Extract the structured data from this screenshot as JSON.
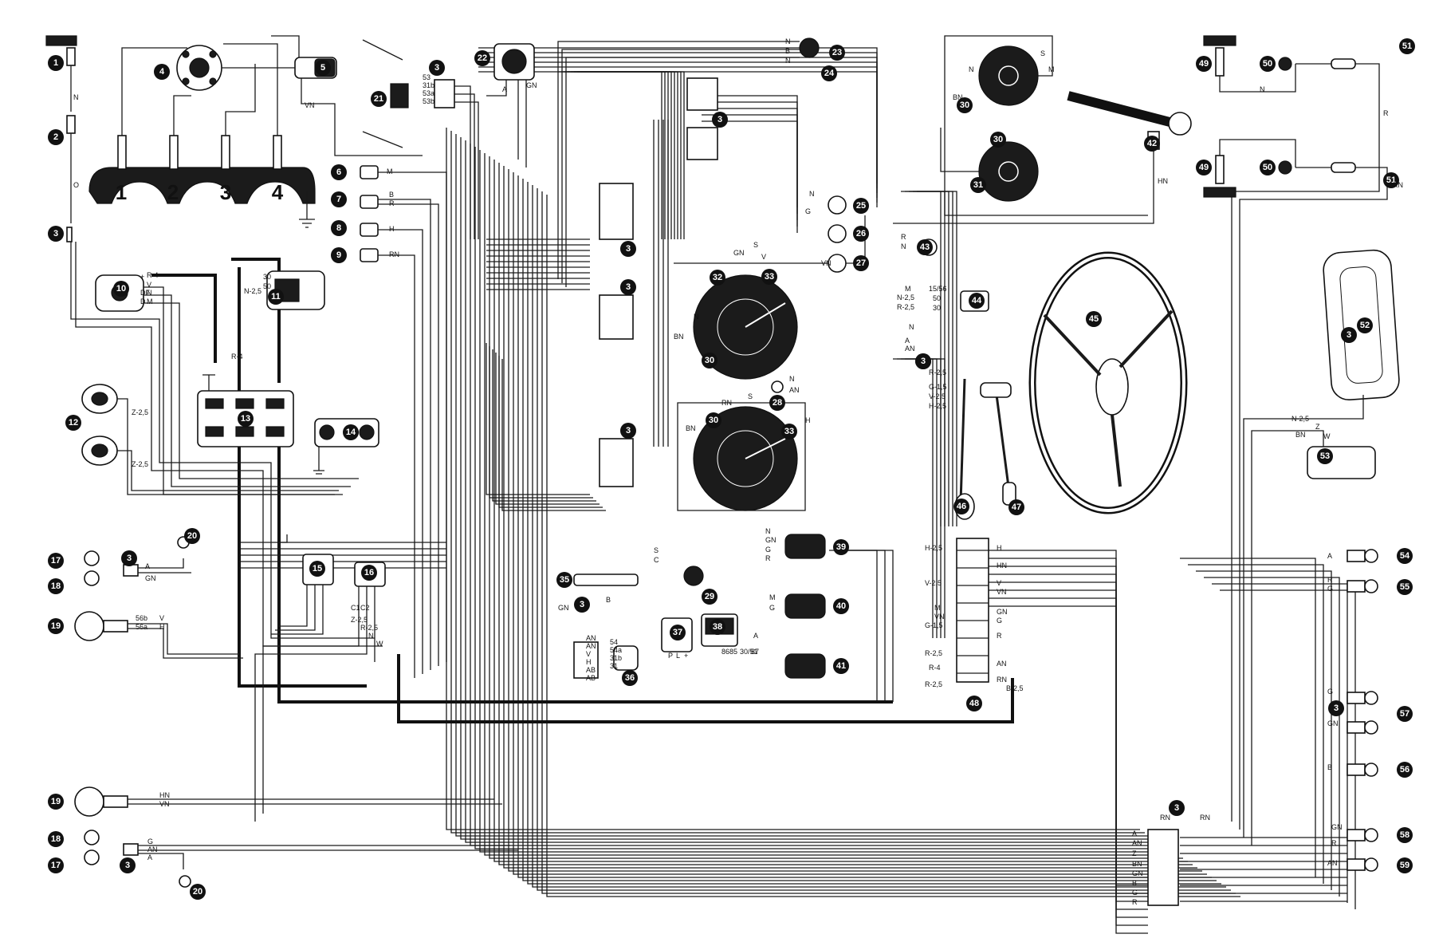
{
  "callouts": [
    {
      "id": "c1",
      "label": "1"
    },
    {
      "id": "c2",
      "label": "2"
    },
    {
      "id": "c3a",
      "label": "3"
    },
    {
      "id": "c4",
      "label": "4"
    },
    {
      "id": "c5",
      "label": "5"
    },
    {
      "id": "c6",
      "label": "6"
    },
    {
      "id": "c7",
      "label": "7"
    },
    {
      "id": "c8",
      "label": "8"
    },
    {
      "id": "c9",
      "label": "9"
    },
    {
      "id": "c10",
      "label": "10"
    },
    {
      "id": "c11",
      "label": "11"
    },
    {
      "id": "c12",
      "label": "12"
    },
    {
      "id": "c13",
      "label": "13"
    },
    {
      "id": "c14",
      "label": "14"
    },
    {
      "id": "c15",
      "label": "15"
    },
    {
      "id": "c16",
      "label": "16"
    },
    {
      "id": "c17a",
      "label": "17"
    },
    {
      "id": "c17b",
      "label": "17"
    },
    {
      "id": "c18a",
      "label": "18"
    },
    {
      "id": "c18b",
      "label": "18"
    },
    {
      "id": "c19a",
      "label": "19"
    },
    {
      "id": "c19b",
      "label": "19"
    },
    {
      "id": "c20a",
      "label": "20"
    },
    {
      "id": "c20b",
      "label": "20"
    },
    {
      "id": "c21",
      "label": "21"
    },
    {
      "id": "c22",
      "label": "22"
    },
    {
      "id": "c23",
      "label": "23"
    },
    {
      "id": "c24",
      "label": "24"
    },
    {
      "id": "c25",
      "label": "25"
    },
    {
      "id": "c26",
      "label": "26"
    },
    {
      "id": "c27",
      "label": "27"
    },
    {
      "id": "c28",
      "label": "28"
    },
    {
      "id": "c29",
      "label": "29"
    },
    {
      "id": "c30a",
      "label": "30"
    },
    {
      "id": "c30b",
      "label": "30"
    },
    {
      "id": "c30c",
      "label": "30"
    },
    {
      "id": "c30d",
      "label": "30"
    },
    {
      "id": "c31",
      "label": "31"
    },
    {
      "id": "c32",
      "label": "32"
    },
    {
      "id": "c33a",
      "label": "33"
    },
    {
      "id": "c33b",
      "label": "33"
    },
    {
      "id": "c35",
      "label": "35"
    },
    {
      "id": "c36",
      "label": "36"
    },
    {
      "id": "c37",
      "label": "37"
    },
    {
      "id": "c38",
      "label": "38"
    },
    {
      "id": "c39",
      "label": "39"
    },
    {
      "id": "c40",
      "label": "40"
    },
    {
      "id": "c41",
      "label": "41"
    },
    {
      "id": "c42",
      "label": "42"
    },
    {
      "id": "c43",
      "label": "43"
    },
    {
      "id": "c44",
      "label": "44"
    },
    {
      "id": "c45",
      "label": "45"
    },
    {
      "id": "c46",
      "label": "46"
    },
    {
      "id": "c47",
      "label": "47"
    },
    {
      "id": "c48",
      "label": "48"
    },
    {
      "id": "c49a",
      "label": "49"
    },
    {
      "id": "c49b",
      "label": "49"
    },
    {
      "id": "c50a",
      "label": "50"
    },
    {
      "id": "c50b",
      "label": "50"
    },
    {
      "id": "c51a",
      "label": "51"
    },
    {
      "id": "c51b",
      "label": "51"
    },
    {
      "id": "c52",
      "label": "52"
    },
    {
      "id": "c53",
      "label": "53"
    },
    {
      "id": "c54",
      "label": "54"
    },
    {
      "id": "c55",
      "label": "55"
    },
    {
      "id": "c56",
      "label": "56"
    },
    {
      "id": "c57",
      "label": "57"
    },
    {
      "id": "c58",
      "label": "58"
    },
    {
      "id": "c59",
      "label": "59"
    },
    {
      "id": "c3b",
      "label": "3"
    },
    {
      "id": "c3c",
      "label": "3"
    },
    {
      "id": "c3d",
      "label": "3"
    },
    {
      "id": "c3e",
      "label": "3"
    },
    {
      "id": "c3f",
      "label": "3"
    },
    {
      "id": "c3g",
      "label": "3"
    },
    {
      "id": "c3h",
      "label": "3"
    },
    {
      "id": "c3i",
      "label": "3"
    },
    {
      "id": "c3j",
      "label": "3"
    },
    {
      "id": "c3k",
      "label": "3"
    },
    {
      "id": "c3l",
      "label": "3"
    },
    {
      "id": "c3m",
      "label": "3"
    },
    {
      "id": "c3n",
      "label": "3"
    }
  ],
  "cylinders": [
    "1",
    "2",
    "3",
    "4"
  ],
  "wire_labels": [
    {
      "id": "w_n1",
      "text": "N"
    },
    {
      "id": "w_o1",
      "text": "O"
    },
    {
      "id": "w_vn1",
      "text": "VN"
    },
    {
      "id": "w_m6",
      "text": "M"
    },
    {
      "id": "w_b7",
      "text": "B"
    },
    {
      "id": "w_r7",
      "text": "R"
    },
    {
      "id": "w_h8",
      "text": "H"
    },
    {
      "id": "w_rn9",
      "text": "RN"
    },
    {
      "id": "w_r4a",
      "text": "R-4"
    },
    {
      "id": "w_v10",
      "text": "V"
    },
    {
      "id": "w_n10",
      "text": "N"
    },
    {
      "id": "w_m10",
      "text": "M"
    },
    {
      "id": "w_30",
      "text": "30"
    },
    {
      "id": "w_50",
      "text": "50"
    },
    {
      "id": "w_n25a",
      "text": "N-2,5"
    },
    {
      "id": "w_r4b",
      "text": "R-4"
    },
    {
      "id": "w_z25a",
      "text": "Z-2,5"
    },
    {
      "id": "w_z25b",
      "text": "Z-2,5"
    },
    {
      "id": "w_a17",
      "text": "A"
    },
    {
      "id": "w_gn17",
      "text": "GN"
    },
    {
      "id": "w_56b",
      "text": "56b"
    },
    {
      "id": "w_56a",
      "text": "56a"
    },
    {
      "id": "w_v19",
      "text": "V"
    },
    {
      "id": "w_h19",
      "text": "H"
    },
    {
      "id": "w_z25c",
      "text": "Z-2,5"
    },
    {
      "id": "w_r25a",
      "text": "R-2,5"
    },
    {
      "id": "w_n16",
      "text": "N"
    },
    {
      "id": "w_w16",
      "text": "W"
    },
    {
      "id": "w_hn19",
      "text": "HN"
    },
    {
      "id": "w_vn19",
      "text": "VN"
    },
    {
      "id": "w_g18",
      "text": "G"
    },
    {
      "id": "w_an18",
      "text": "AN"
    },
    {
      "id": "w_a18",
      "text": "A"
    },
    {
      "id": "w_gn22",
      "text": "GN"
    },
    {
      "id": "w_a22",
      "text": "A"
    },
    {
      "id": "w_n23",
      "text": "N"
    },
    {
      "id": "w_b23",
      "text": "B"
    },
    {
      "id": "w_n23b",
      "text": "N"
    },
    {
      "id": "w_n31",
      "text": "N"
    },
    {
      "id": "w_bn30",
      "text": "BN"
    },
    {
      "id": "w_m31",
      "text": "M"
    },
    {
      "id": "w_s31",
      "text": "S"
    },
    {
      "id": "w_g25",
      "text": "G"
    },
    {
      "id": "w_n25",
      "text": "N"
    },
    {
      "id": "w_vn27",
      "text": "VN"
    },
    {
      "id": "w_r43",
      "text": "R"
    },
    {
      "id": "w_n43",
      "text": "N"
    },
    {
      "id": "w_gn32",
      "text": "GN"
    },
    {
      "id": "w_v32",
      "text": "V"
    },
    {
      "id": "w_s32",
      "text": "S"
    },
    {
      "id": "w_bn32",
      "text": "BN"
    },
    {
      "id": "w_n32",
      "text": "N"
    },
    {
      "id": "w_n28",
      "text": "N"
    },
    {
      "id": "w_an28",
      "text": "AN"
    },
    {
      "id": "w_rn33",
      "text": "RN"
    },
    {
      "id": "w_s33",
      "text": "S"
    },
    {
      "id": "w_h33",
      "text": "H"
    },
    {
      "id": "w_bn33",
      "text": "BN"
    },
    {
      "id": "w_m44",
      "text": "M"
    },
    {
      "id": "w_1556",
      "text": "15/56"
    },
    {
      "id": "w_n25b",
      "text": "N-2,5"
    },
    {
      "id": "w_r25b",
      "text": "R-2,5"
    },
    {
      "id": "w_50b",
      "text": "50"
    },
    {
      "id": "w_30b",
      "text": "30"
    },
    {
      "id": "w_n45",
      "text": "N"
    },
    {
      "id": "w_a45",
      "text": "A"
    },
    {
      "id": "w_an45",
      "text": "AN"
    },
    {
      "id": "w_r25c",
      "text": "R-2,5"
    },
    {
      "id": "w_g15",
      "text": "G-1,5"
    },
    {
      "id": "w_v25",
      "text": "V-2,5"
    },
    {
      "id": "w_h25",
      "text": "H-2,5"
    },
    {
      "id": "w_n39",
      "text": "N"
    },
    {
      "id": "w_gn39",
      "text": "GN"
    },
    {
      "id": "w_g39",
      "text": "G"
    },
    {
      "id": "w_r39",
      "text": "R"
    },
    {
      "id": "w_m40",
      "text": "M"
    },
    {
      "id": "w_g40",
      "text": "G"
    },
    {
      "id": "w_a41",
      "text": "A"
    },
    {
      "id": "w_s35",
      "text": "S"
    },
    {
      "id": "w_c29",
      "text": "C"
    },
    {
      "id": "w_b35",
      "text": "B"
    },
    {
      "id": "w_gn35",
      "text": "GN"
    },
    {
      "id": "w_an36",
      "text": "AN"
    },
    {
      "id": "w_an36b",
      "text": "AN"
    },
    {
      "id": "w_v36",
      "text": "V"
    },
    {
      "id": "w_h36",
      "text": "H"
    },
    {
      "id": "w_ab36",
      "text": "AB"
    },
    {
      "id": "w_ab36b",
      "text": "AB"
    },
    {
      "id": "w_54",
      "text": "54"
    },
    {
      "id": "w_54a",
      "text": "54a"
    },
    {
      "id": "w_31b",
      "text": "31b"
    },
    {
      "id": "w_31",
      "text": "31"
    },
    {
      "id": "w_h48",
      "text": "H-2,5"
    },
    {
      "id": "w_v48",
      "text": "V-2,5"
    },
    {
      "id": "w_g48",
      "text": "G-1,5"
    },
    {
      "id": "w_r48",
      "text": "R-2,5"
    },
    {
      "id": "w_r4c",
      "text": "R-4"
    },
    {
      "id": "w_r25d",
      "text": "R-2,5"
    },
    {
      "id": "w_m48",
      "text": "M"
    },
    {
      "id": "w_vn48",
      "text": "VN"
    },
    {
      "id": "w_h48r",
      "text": "H"
    },
    {
      "id": "w_hn48r",
      "text": "HN"
    },
    {
      "id": "w_v48r",
      "text": "V"
    },
    {
      "id": "w_vn48r",
      "text": "VN"
    },
    {
      "id": "w_gn48r",
      "text": "GN"
    },
    {
      "id": "w_g48r",
      "text": "G"
    },
    {
      "id": "w_r48r",
      "text": "R"
    },
    {
      "id": "w_an48r",
      "text": "AN"
    },
    {
      "id": "w_rn48r",
      "text": "RN"
    },
    {
      "id": "w_b25",
      "text": "B-2,5"
    },
    {
      "id": "w_n25c",
      "text": "N-2,5"
    },
    {
      "id": "w_z52",
      "text": "Z"
    },
    {
      "id": "w_bn53",
      "text": "BN"
    },
    {
      "id": "w_w53",
      "text": "W"
    },
    {
      "id": "w_a54",
      "text": "A"
    },
    {
      "id": "w_r55",
      "text": "R"
    },
    {
      "id": "w_g55",
      "text": "G"
    },
    {
      "id": "w_g57",
      "text": "G"
    },
    {
      "id": "w_gn57",
      "text": "GN"
    },
    {
      "id": "w_b56",
      "text": "B"
    },
    {
      "id": "w_gn58",
      "text": "GN"
    },
    {
      "id": "w_r58",
      "text": "R"
    },
    {
      "id": "w_an59",
      "text": "AN"
    },
    {
      "id": "w_rn3",
      "text": "RN"
    },
    {
      "id": "w_rn3b",
      "text": "RN"
    },
    {
      "id": "w_a_r",
      "text": "A"
    },
    {
      "id": "w_an_r",
      "text": "AN"
    },
    {
      "id": "w_z_r",
      "text": "Z"
    },
    {
      "id": "w_bn_r",
      "text": "BN"
    },
    {
      "id": "w_gn_r",
      "text": "GN"
    },
    {
      "id": "w_b_r",
      "text": "B"
    },
    {
      "id": "w_g_r",
      "text": "G"
    },
    {
      "id": "w_r_r",
      "text": "R"
    },
    {
      "id": "w_n49",
      "text": "N"
    },
    {
      "id": "w_r51",
      "text": "R"
    },
    {
      "id": "w_rn51",
      "text": "RN"
    },
    {
      "id": "w_hn42",
      "text": "HN"
    },
    {
      "id": "w_53",
      "text": "53"
    },
    {
      "id": "w_31b2",
      "text": "31b"
    },
    {
      "id": "w_53a",
      "text": "53a"
    },
    {
      "id": "w_53b",
      "text": "53b"
    },
    {
      "id": "w_86",
      "text": "86"
    },
    {
      "id": "w_85",
      "text": "85"
    },
    {
      "id": "w_3051",
      "text": "30/51"
    },
    {
      "id": "w_87",
      "text": "87"
    },
    {
      "id": "w_p37",
      "text": "P"
    },
    {
      "id": "w_l37",
      "text": "L"
    },
    {
      "id": "w_plus37",
      "text": "+"
    },
    {
      "id": "w_c1",
      "text": "C1"
    },
    {
      "id": "w_c2",
      "text": "C2"
    },
    {
      "id": "w_df",
      "text": "DF"
    },
    {
      "id": "w_d",
      "text": "D"
    },
    {
      "id": "w_plus10",
      "text": "+"
    }
  ]
}
